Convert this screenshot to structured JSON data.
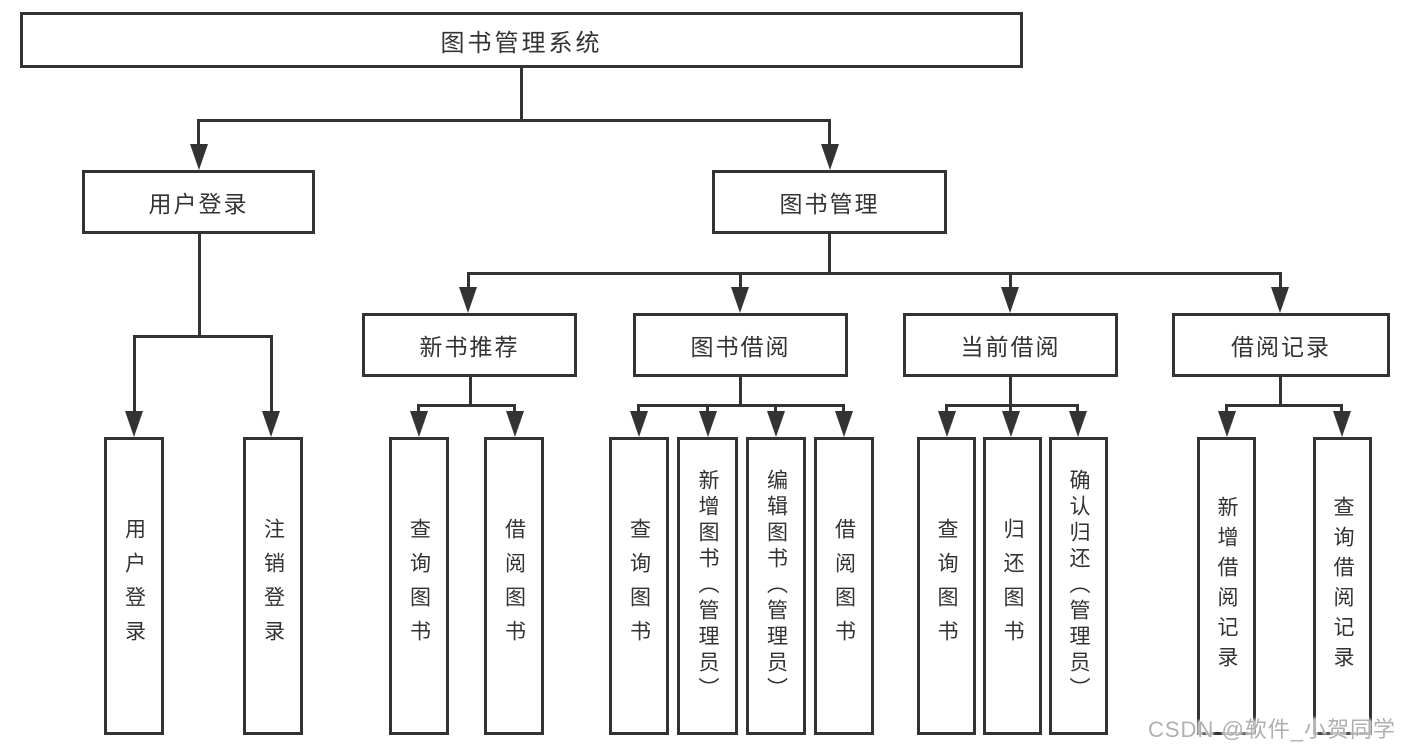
{
  "diagram": {
    "type": "tree",
    "root": {
      "label": "图书管理系统"
    },
    "branches": [
      {
        "label": "用户登录",
        "children": [
          {
            "label": "用户登录"
          },
          {
            "label": "注销登录"
          }
        ]
      },
      {
        "label": "图书管理",
        "children": [
          {
            "label": "新书推荐",
            "children": [
              {
                "label": "查询图书"
              },
              {
                "label": "借阅图书"
              }
            ]
          },
          {
            "label": "图书借阅",
            "children": [
              {
                "label": "查询图书"
              },
              {
                "label": "新增图书（管理员）"
              },
              {
                "label": "编辑图书（管理员）"
              },
              {
                "label": "借阅图书"
              }
            ]
          },
          {
            "label": "当前借阅",
            "children": [
              {
                "label": "查询图书"
              },
              {
                "label": "归还图书"
              },
              {
                "label": "确认归还（管理员）"
              }
            ]
          },
          {
            "label": "借阅记录",
            "children": [
              {
                "label": "新增借阅记录"
              },
              {
                "label": "查询借阅记录"
              }
            ]
          }
        ]
      }
    ],
    "watermark": "CSDN @软件_小贺同学",
    "colors": {
      "line": "#333333",
      "text": "#333333",
      "box_fill": "#ffffff",
      "background": "#ffffff",
      "watermark": "#b0b0b0"
    }
  }
}
